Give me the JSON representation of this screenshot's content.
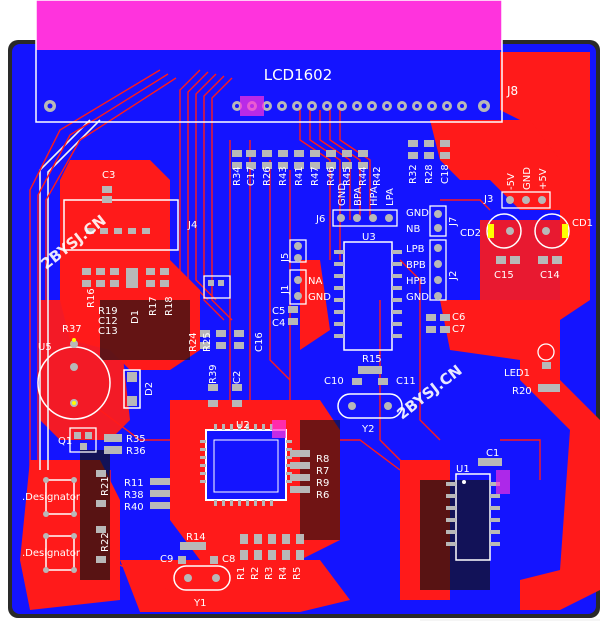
{
  "board": {
    "colors": {
      "substrate": "#1414ff",
      "copper_top": "#ff1a1a",
      "copper_bottom": "#f2f2f2",
      "silkscreen": "#ffffff",
      "lcd_body": "#ff33dd",
      "pad": "#b8b8b8",
      "edge": "#2a2a2a"
    },
    "lcd_label": "LCD1602",
    "lcd_ref": "J8",
    "watermark": "2BYSJ.CN",
    "header_text": "J4"
  },
  "labels": {
    "C3": "C3",
    "J4": "J4",
    "R16": "R16",
    "R19": "R19",
    "C12": "C12",
    "C13": "C13",
    "D1": "D1",
    "R17": "R17",
    "R18": "R18",
    "R37": "R37",
    "U5": "U5",
    "D2": "D2",
    "Q1": "Q1",
    "R35": "R35",
    "R36": "R36",
    "R24": "R24",
    "R25": "R25",
    "C16": "C16",
    "R39": "R39",
    "C2": "C2",
    "U2": "U2",
    "R11": "R11",
    "R38": "R38",
    "R40": "R40",
    "R21": "R21",
    "R22": "R22",
    "designator1": ".Designator",
    "designator2": ".Designator",
    "R14": "R14",
    "C9": "C9",
    "C8": "C8",
    "Y1": "Y1",
    "R1": "R1",
    "R2": "R2",
    "R3": "R3",
    "R4": "R4",
    "R5": "R5",
    "R8": "R8",
    "R7": "R7",
    "R9": "R9",
    "R6": "R6",
    "R34": "R34",
    "C17": "C17",
    "R26": "R26",
    "R43": "R43",
    "R41": "R41",
    "R47": "R47",
    "R46": "R46",
    "R45": "R45",
    "R44": "R44",
    "R42": "R42",
    "R32": "R32",
    "R28": "R28",
    "C18": "C18",
    "J6": "J6",
    "GND_J6": "GND",
    "BPA": "BPA",
    "HPA": "HPA",
    "LPA": "LPA",
    "U3": "U3",
    "J5": "J5",
    "J1": "J1",
    "NA": "NA",
    "GND_J1": "GND",
    "C5": "C5",
    "C4": "C4",
    "GND_J7": "GND",
    "NB": "NB",
    "J7": "J7",
    "LPB": "LPB",
    "BPB": "BPB",
    "HPB": "HPB",
    "GND_J2": "GND",
    "J2": "J2",
    "C6": "C6",
    "C7": "C7",
    "R15": "R15",
    "C10": "C10",
    "C11": "C11",
    "Y2": "Y2",
    "J3": "J3",
    "m5V": "-5V",
    "GND_J3": "GND",
    "p5V": "+5V",
    "CD2": "CD2",
    "CD1": "CD1",
    "C15": "C15",
    "C14": "C14",
    "LED1": "LED1",
    "R20": "R20",
    "U1": "U1",
    "C1": "C1"
  }
}
